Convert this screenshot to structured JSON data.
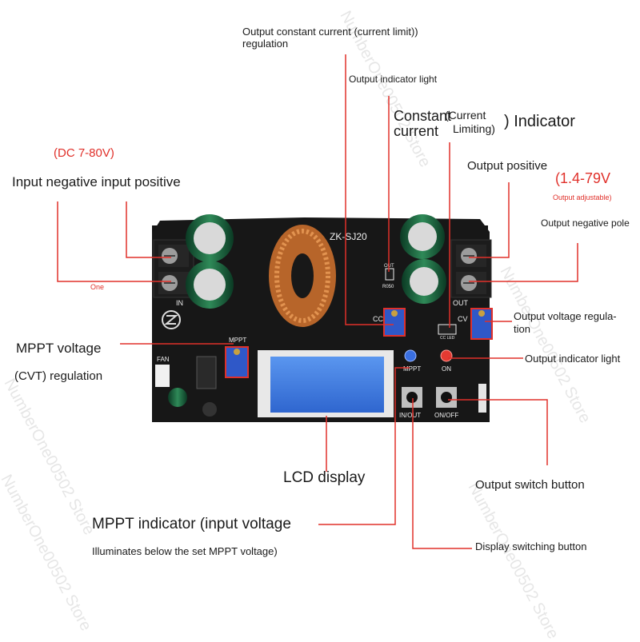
{
  "labels": {
    "output_cc_regulation_1": "Output constant current (current limit))",
    "output_cc_regulation_2": "regulation",
    "output_indicator_top": "Output indicator light",
    "constant_1": "Constant",
    "constant_2": "current",
    "current_limiting_1": "(Current",
    "current_limiting_2": "Limiting)",
    "indicator": ") Indicator",
    "dc_range": "(DC 7-80V)",
    "input_pair": "Input negative input positive",
    "one": "One",
    "output_positive": "Output positive",
    "output_range": "(1.4-79V",
    "output_adjustable": "Output adjustable)",
    "output_negative_pole": "Output negative pole",
    "output_voltage_reg_1": "Output voltage regula-",
    "output_voltage_reg_2": "tion",
    "output_indicator_right": "Output indicator light",
    "mppt_voltage": "MPPT voltage",
    "cvt_regulation": "(CVT) regulation",
    "lcd_display": "LCD display",
    "output_switch_button": "Output switch button",
    "mppt_indicator": "MPPT indicator (input voltage",
    "mppt_note": "Illuminates below the set MPPT voltage)",
    "display_switching_button": "Display switching button"
  },
  "board": {
    "model": "ZK-SJ20",
    "mppt_pot_label": "MPPT",
    "mppt_led_label": "MPPT",
    "on_led_label": "ON",
    "in_out_button_label": "IN/OUT",
    "on_off_button_label": "ON/OFF",
    "fan_label": "FAN",
    "in_label": "IN",
    "out_label": "OUT",
    "cc_label": "CC",
    "cv_label": "CV",
    "cc_led_label": "CC LED",
    "out_led_label": "OUT",
    "r050_label": "R050"
  },
  "watermark": "NumberOne00502 Store",
  "colors": {
    "leader_line": "#e0302a",
    "pcb": "#161616",
    "lcd": "#3d7be0",
    "pot": "#2f58c8",
    "coil": "#c9702e"
  }
}
